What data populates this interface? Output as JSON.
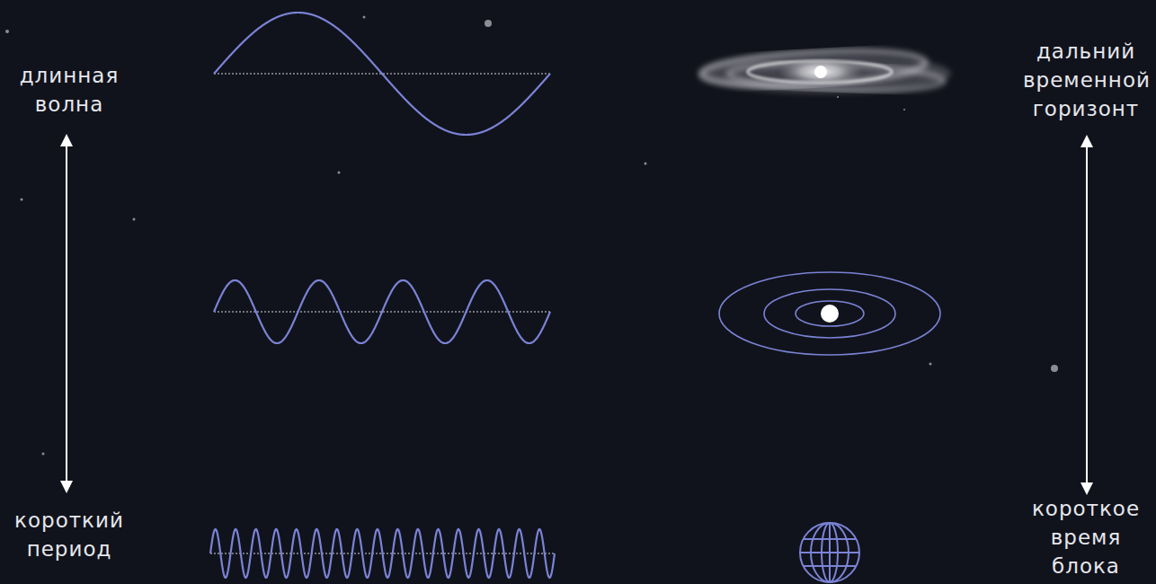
{
  "diagram": {
    "labels": [
      "длинная волна",
      "короткий период",
      "дальний временной горизонт",
      "короткое время блока"
    ]
  }
}
